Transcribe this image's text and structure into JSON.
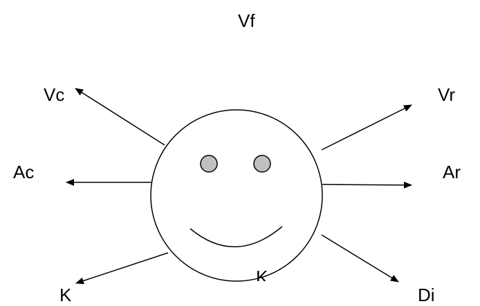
{
  "diagram": {
    "labels": {
      "top": "Vf",
      "upper_left": "Vc",
      "upper_right": "Vr",
      "left": "Ac",
      "right": "Ar",
      "lower_left": "K",
      "lower_right": "Di",
      "bottom_partial": "K"
    },
    "stroke_color": "#000000",
    "eye_fill": "#c0c0c0",
    "face_fill": "#ffffff"
  }
}
